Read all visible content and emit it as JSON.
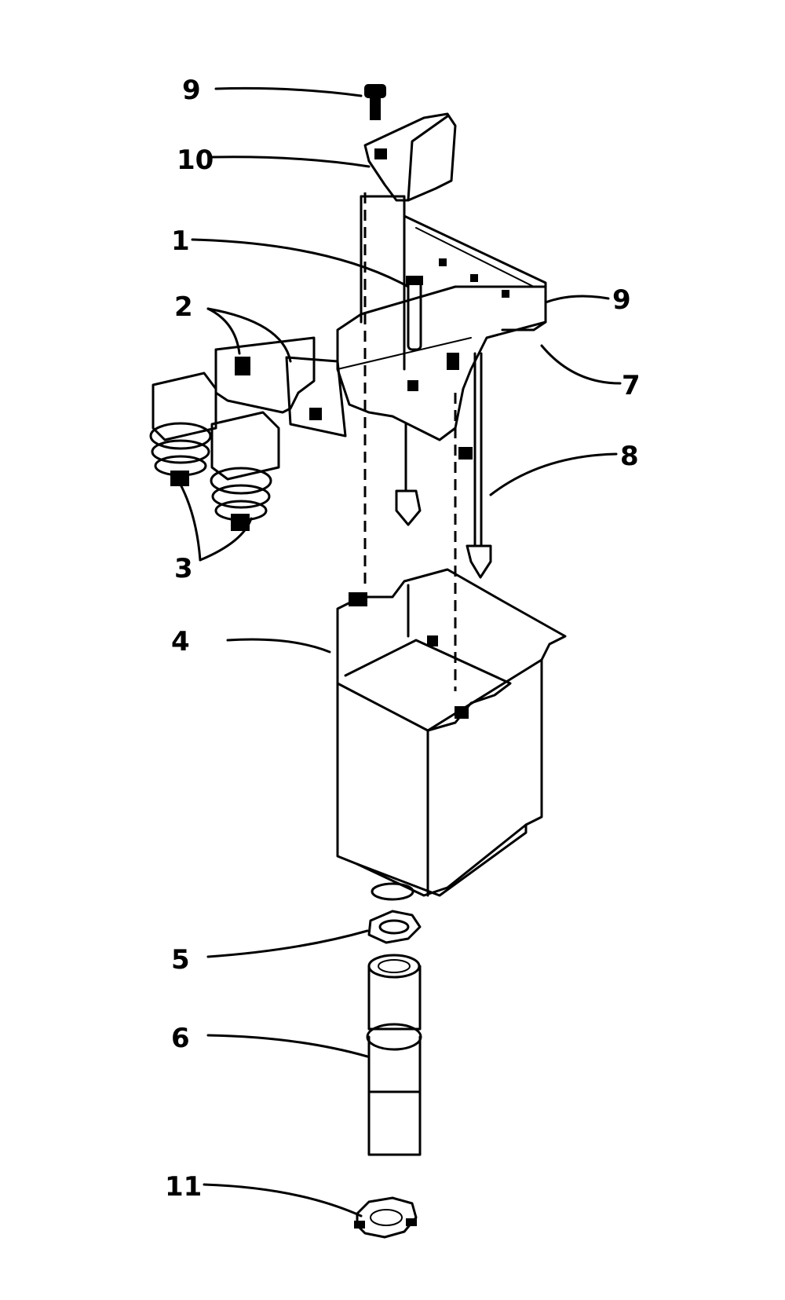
{
  "callouts": {
    "screw_top": "9",
    "chute_cover": "10",
    "part_1": "1",
    "part_2": "2",
    "part_3": "3",
    "part_4": "4",
    "part_5": "5",
    "part_6": "6",
    "part_7": "7",
    "part_8": "8",
    "screw_right": "9",
    "part_11": "11"
  },
  "colors": {
    "ink": "#000000",
    "paper": "#ffffff"
  }
}
